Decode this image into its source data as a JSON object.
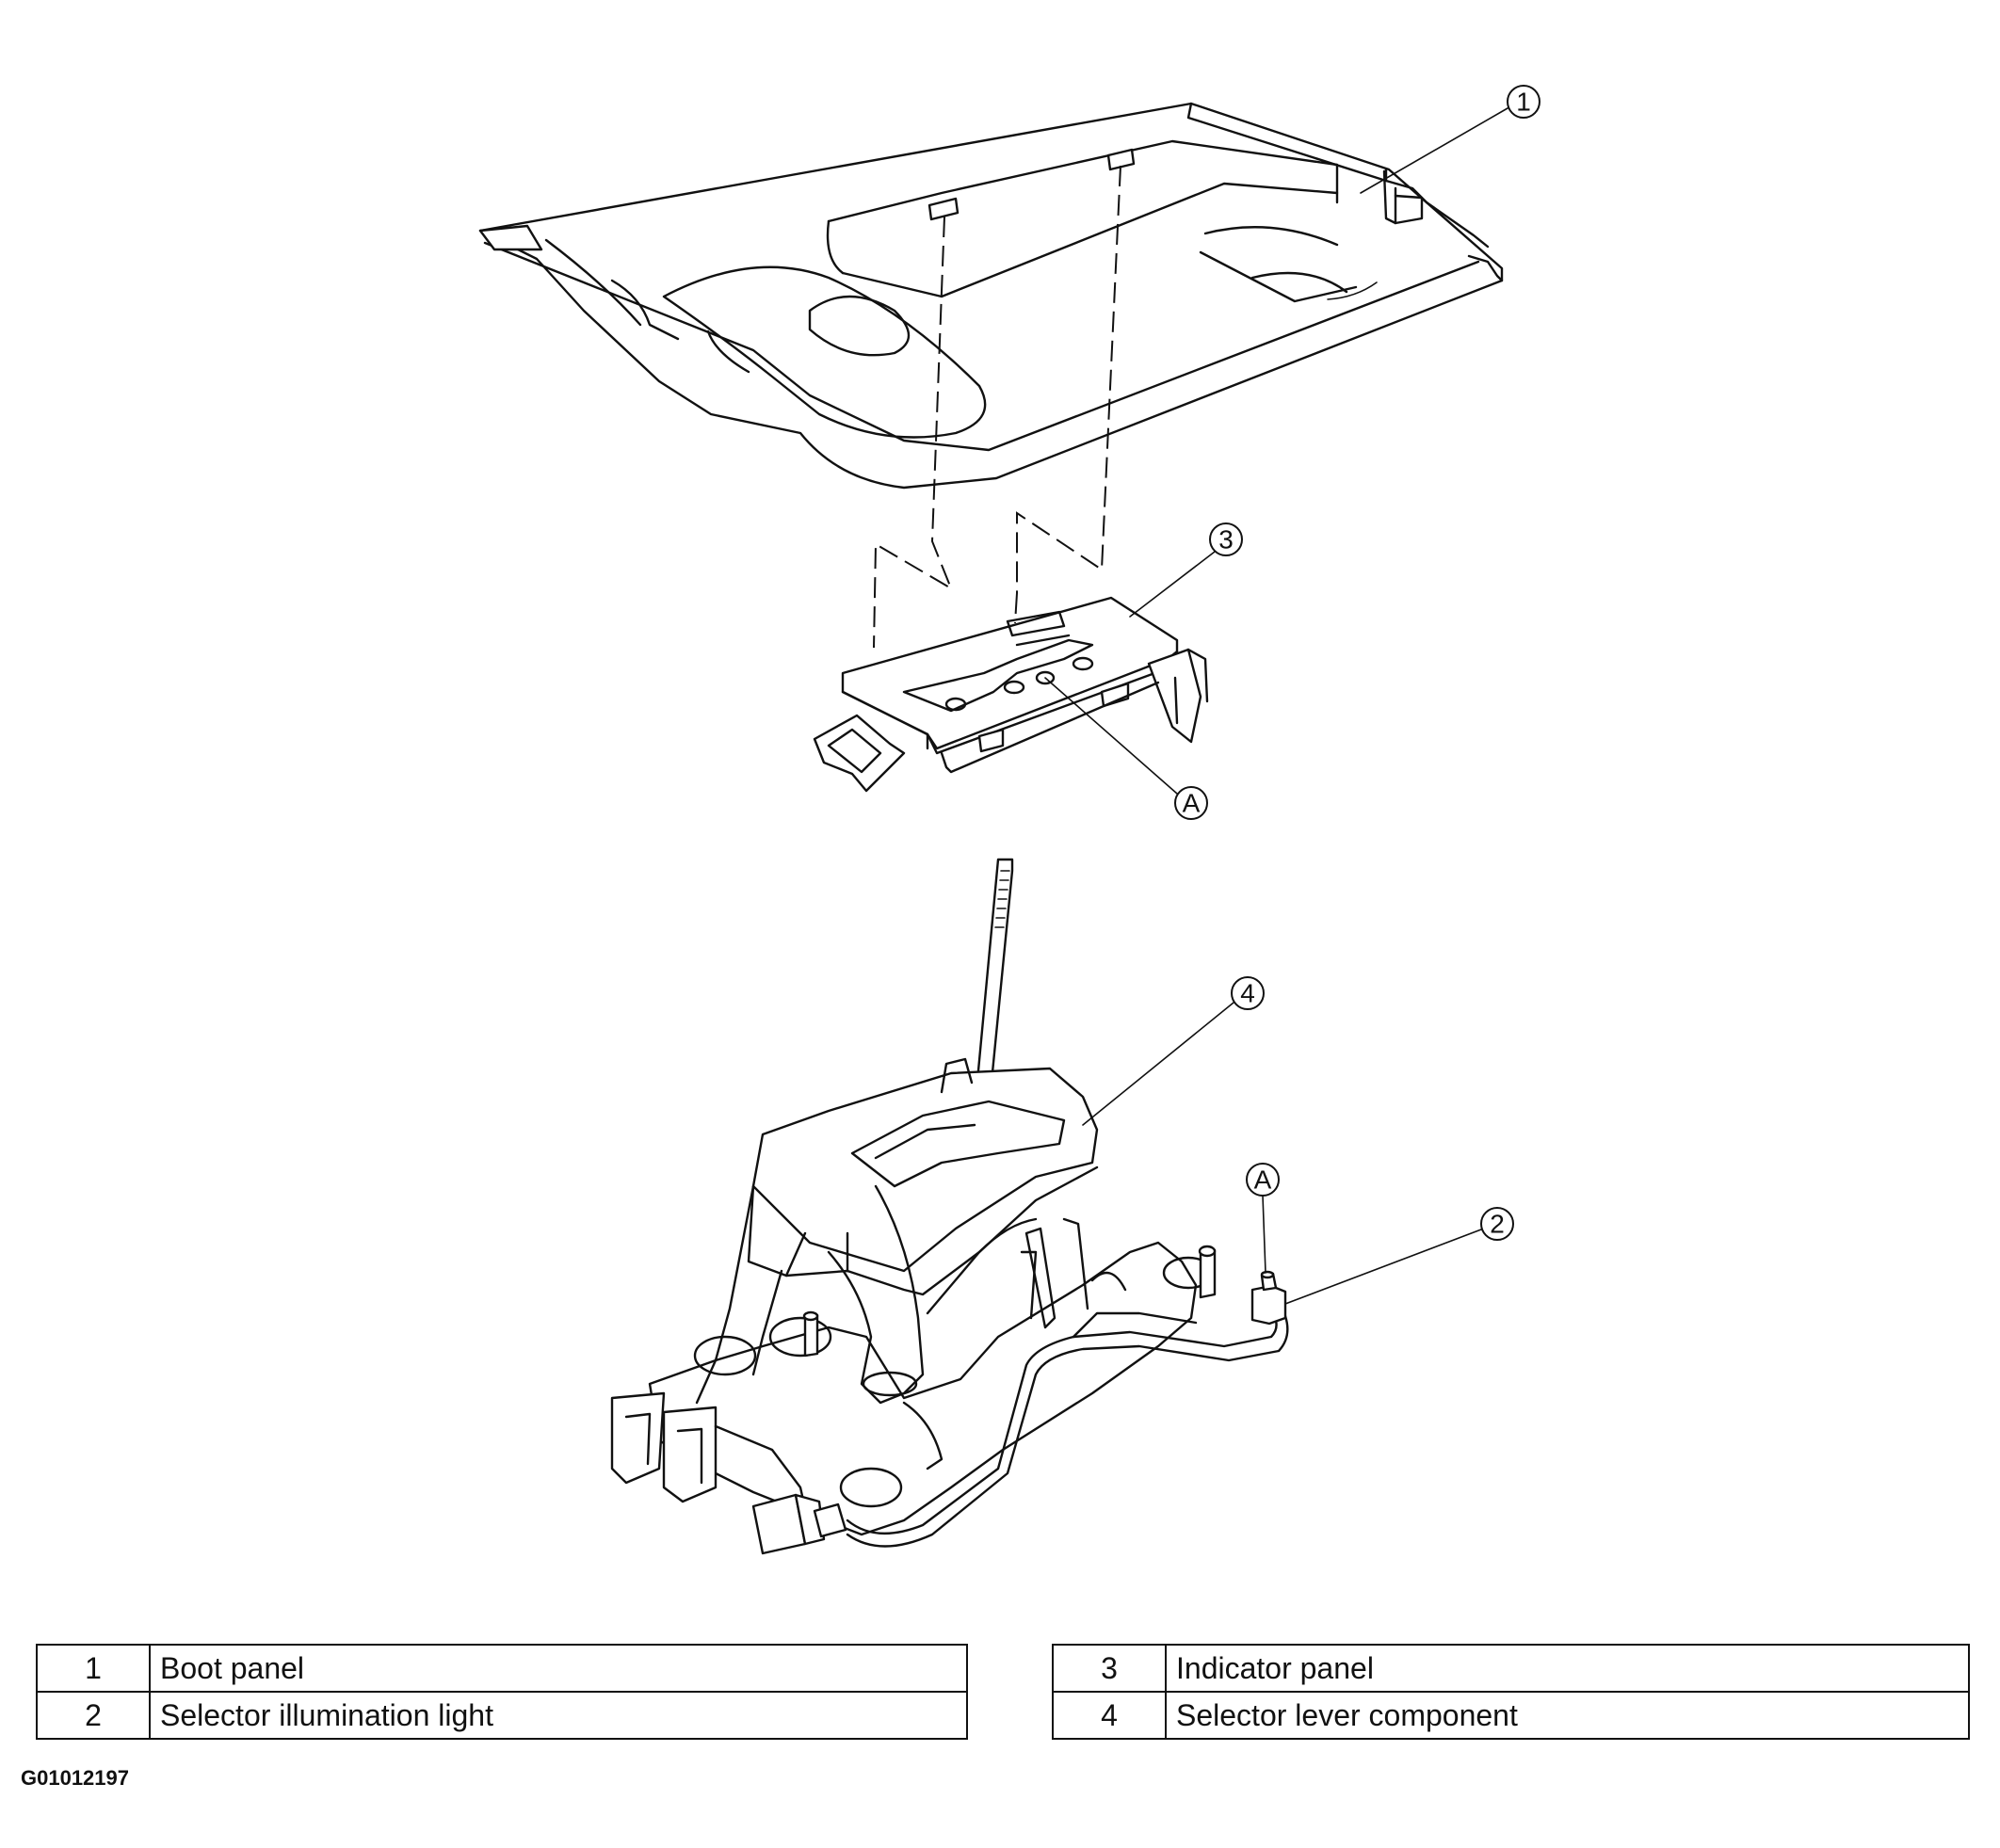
{
  "callouts": {
    "c1": "1",
    "c2": "2",
    "c3": "3",
    "c4": "4",
    "a_upper": "A",
    "a_lower": "A"
  },
  "legend": {
    "left": [
      {
        "number": "1",
        "label": "Boot panel"
      },
      {
        "number": "2",
        "label": "Selector illumination light"
      }
    ],
    "right": [
      {
        "number": "3",
        "label": "Indicator panel"
      },
      {
        "number": "4",
        "label": "Selector lever component"
      }
    ]
  },
  "figure_code": "G01012197"
}
